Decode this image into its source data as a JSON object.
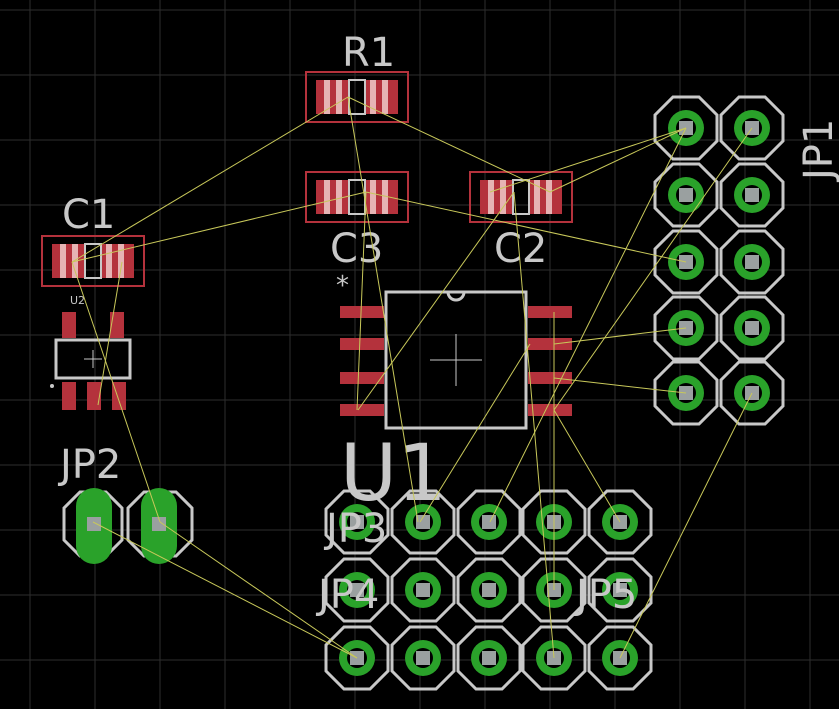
{
  "canvas": {
    "background": "#000000",
    "grid_color": "#2e2e2e"
  },
  "colors": {
    "pad_red": "#b4323c",
    "pad_pink": "#e6b4b4",
    "silk": "#c8c8c8",
    "pad_green": "#2aa22a",
    "hole": "#9aa0a0",
    "airwire": "#c8c85a"
  },
  "labels": {
    "r1": "R1",
    "c1": "C1",
    "c3": "C3",
    "c2": "C2",
    "u1": "U1",
    "u2": "U2",
    "jp1": "JP1",
    "jp2": "JP2",
    "jp3": "JP3",
    "jp4": "JP4",
    "jp5": "JP5",
    "pin1_marker": "*"
  }
}
